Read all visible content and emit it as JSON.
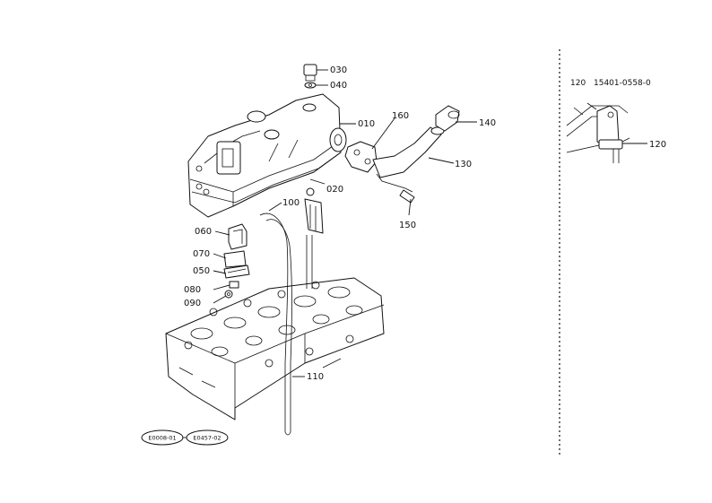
{
  "callouts": {
    "c010": "010",
    "c020": "020",
    "c030": "030",
    "c040": "040",
    "c050": "050",
    "c060": "060",
    "c070": "070",
    "c080": "080",
    "c090": "090",
    "c100": "100",
    "c110": "110",
    "c130": "130",
    "c140": "140",
    "c150": "150",
    "c160": "160"
  },
  "detail": {
    "header_ref": "120",
    "header_part": "15401-0558-0",
    "callout": "120"
  },
  "references": [
    "E0008-01",
    "E0457-02"
  ]
}
